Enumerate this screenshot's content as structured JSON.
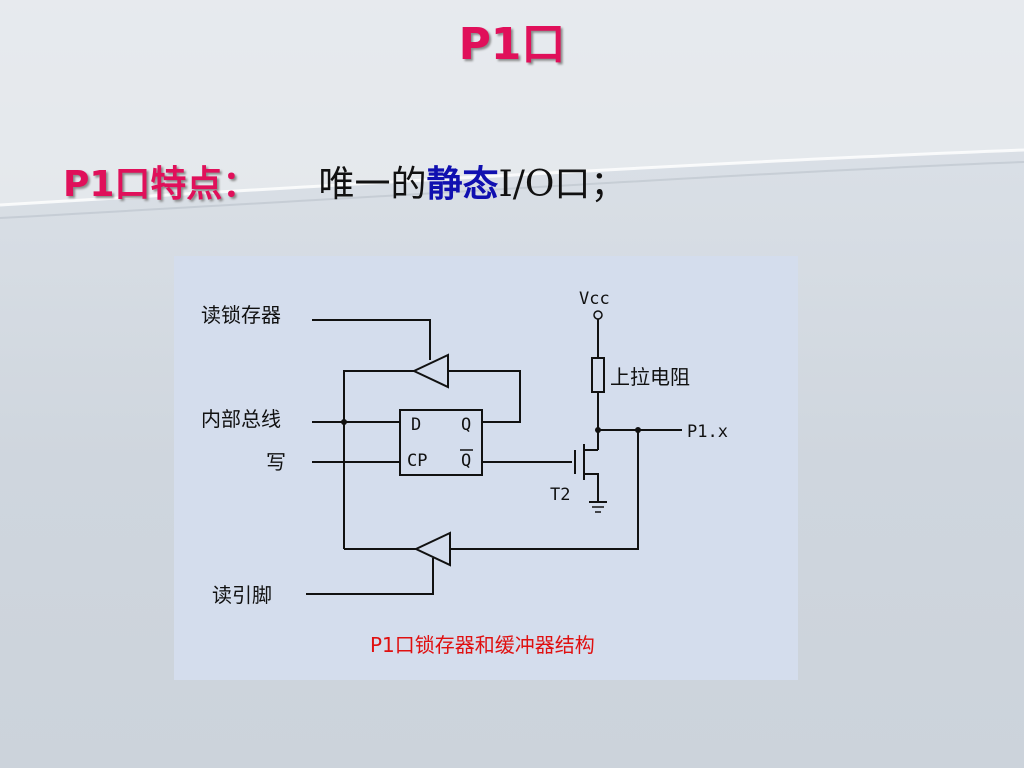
{
  "slide": {
    "title": "P1口",
    "feature_label": "P1口特点：",
    "feature_desc_before": "唯一的",
    "feature_highlight": "静态",
    "feature_desc_after": "I/O口；"
  },
  "diagram": {
    "labels": {
      "read_latch": "读锁存器",
      "internal_bus": "内部总线",
      "write": "写",
      "read_pin": "读引脚",
      "pullup_resistor": "上拉电阻",
      "vcc": "Vcc",
      "output_pin": "P1.x",
      "transistor": "T2",
      "ff_d": "D",
      "ff_q": "Q",
      "ff_cp": "CP",
      "ff_qbar": "Q"
    },
    "caption": "P1口锁存器和缓冲器结构"
  }
}
